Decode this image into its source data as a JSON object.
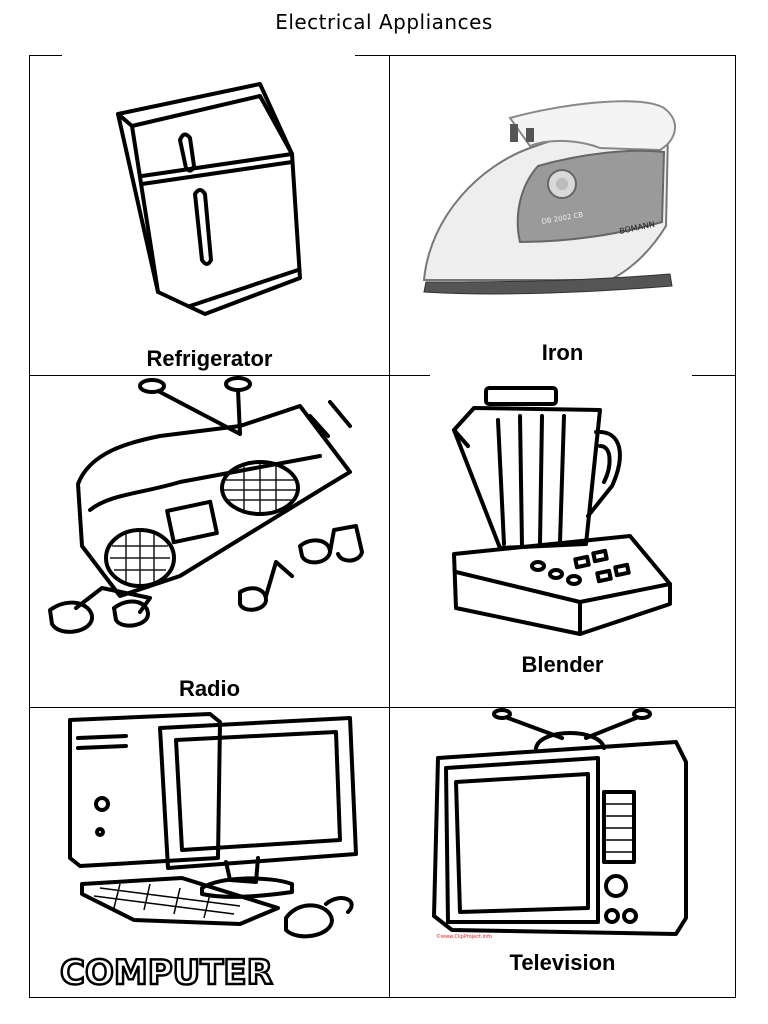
{
  "document": {
    "title": "Electrical  Appliances"
  },
  "cards": [
    {
      "label": "Refrigerator",
      "icon": "refrigerator-icon"
    },
    {
      "label": "Iron",
      "icon": "iron-icon",
      "brand_text": "BOMANN",
      "model_text": "DB 2002 CB"
    },
    {
      "label": "Radio",
      "icon": "radio-icon"
    },
    {
      "label": "Blender",
      "icon": "blender-icon"
    },
    {
      "label": "",
      "icon": "computer-icon",
      "logo_text": "COMPUTER"
    },
    {
      "label": "Television",
      "icon": "television-icon",
      "credit_text": "©www.ClipProject.info"
    }
  ],
  "colors": {
    "line": "#000000",
    "credit": "#e02020"
  }
}
